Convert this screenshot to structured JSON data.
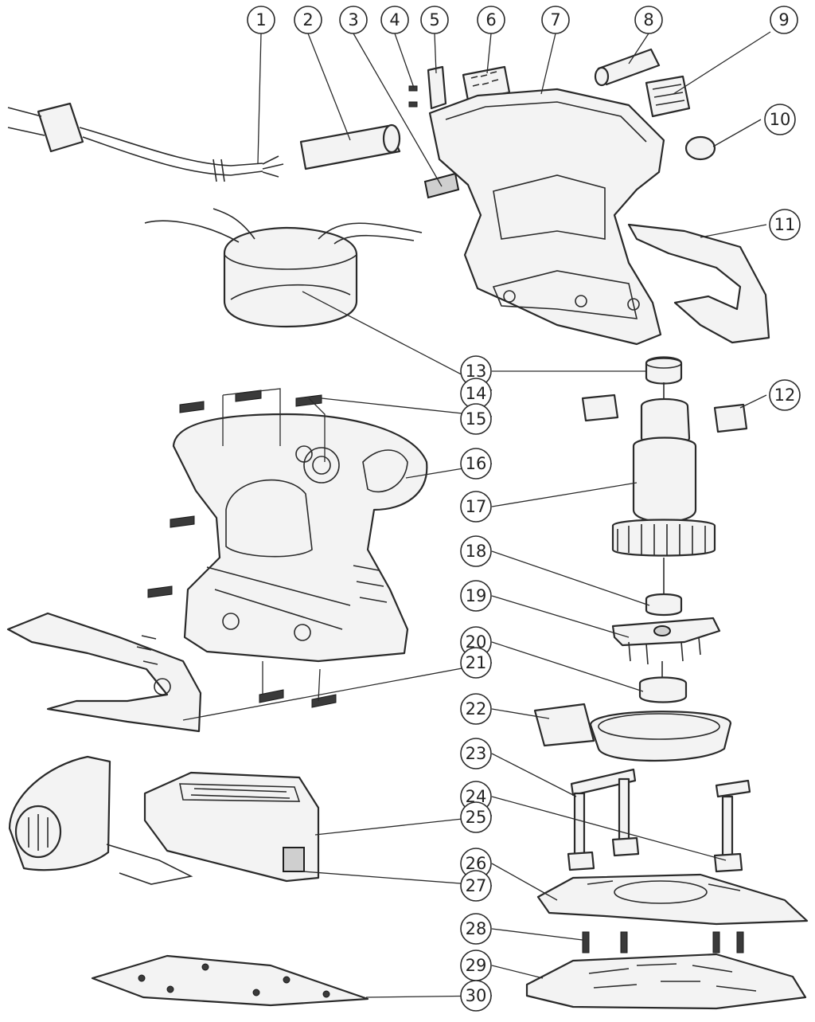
{
  "callouts": [
    "1",
    "2",
    "3",
    "4",
    "5",
    "6",
    "7",
    "8",
    "9",
    "10",
    "11",
    "12",
    "13",
    "14",
    "15",
    "16",
    "17",
    "18",
    "19",
    "20",
    "21",
    "22",
    "23",
    "24",
    "25",
    "26",
    "27",
    "28",
    "29",
    "30"
  ],
  "colors": {
    "line": "#2a2a2a",
    "fill": "#f3f3f3",
    "background": "#ffffff"
  }
}
